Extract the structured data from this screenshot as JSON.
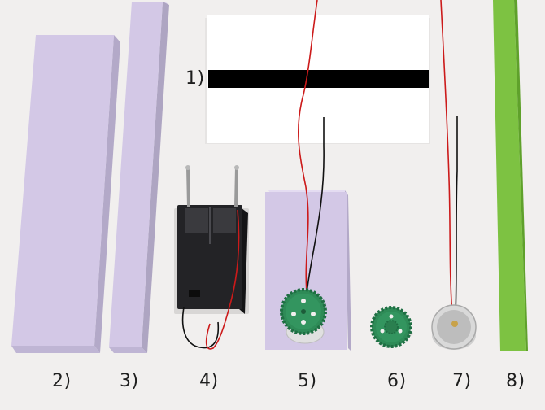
{
  "labels": {
    "l1": "1)",
    "l2": "2)",
    "l3": "3)",
    "l4": "4)",
    "l5": "5)",
    "l6": "6)",
    "l7": "7)",
    "l8": "8)"
  },
  "colors": {
    "background": "#f1efee",
    "foam": "#d3c8e6",
    "foam_side": "#aea5c2",
    "foam_top": "#e4dcf1",
    "card": "#ffffff",
    "stripe": "#000000",
    "gear": "#2e8b57",
    "strip": "#7dc242",
    "battery_box": "#1f1f22",
    "wire_red": "#cc1a1a",
    "wire_black": "#111111",
    "motor": "#d9d9d9"
  }
}
